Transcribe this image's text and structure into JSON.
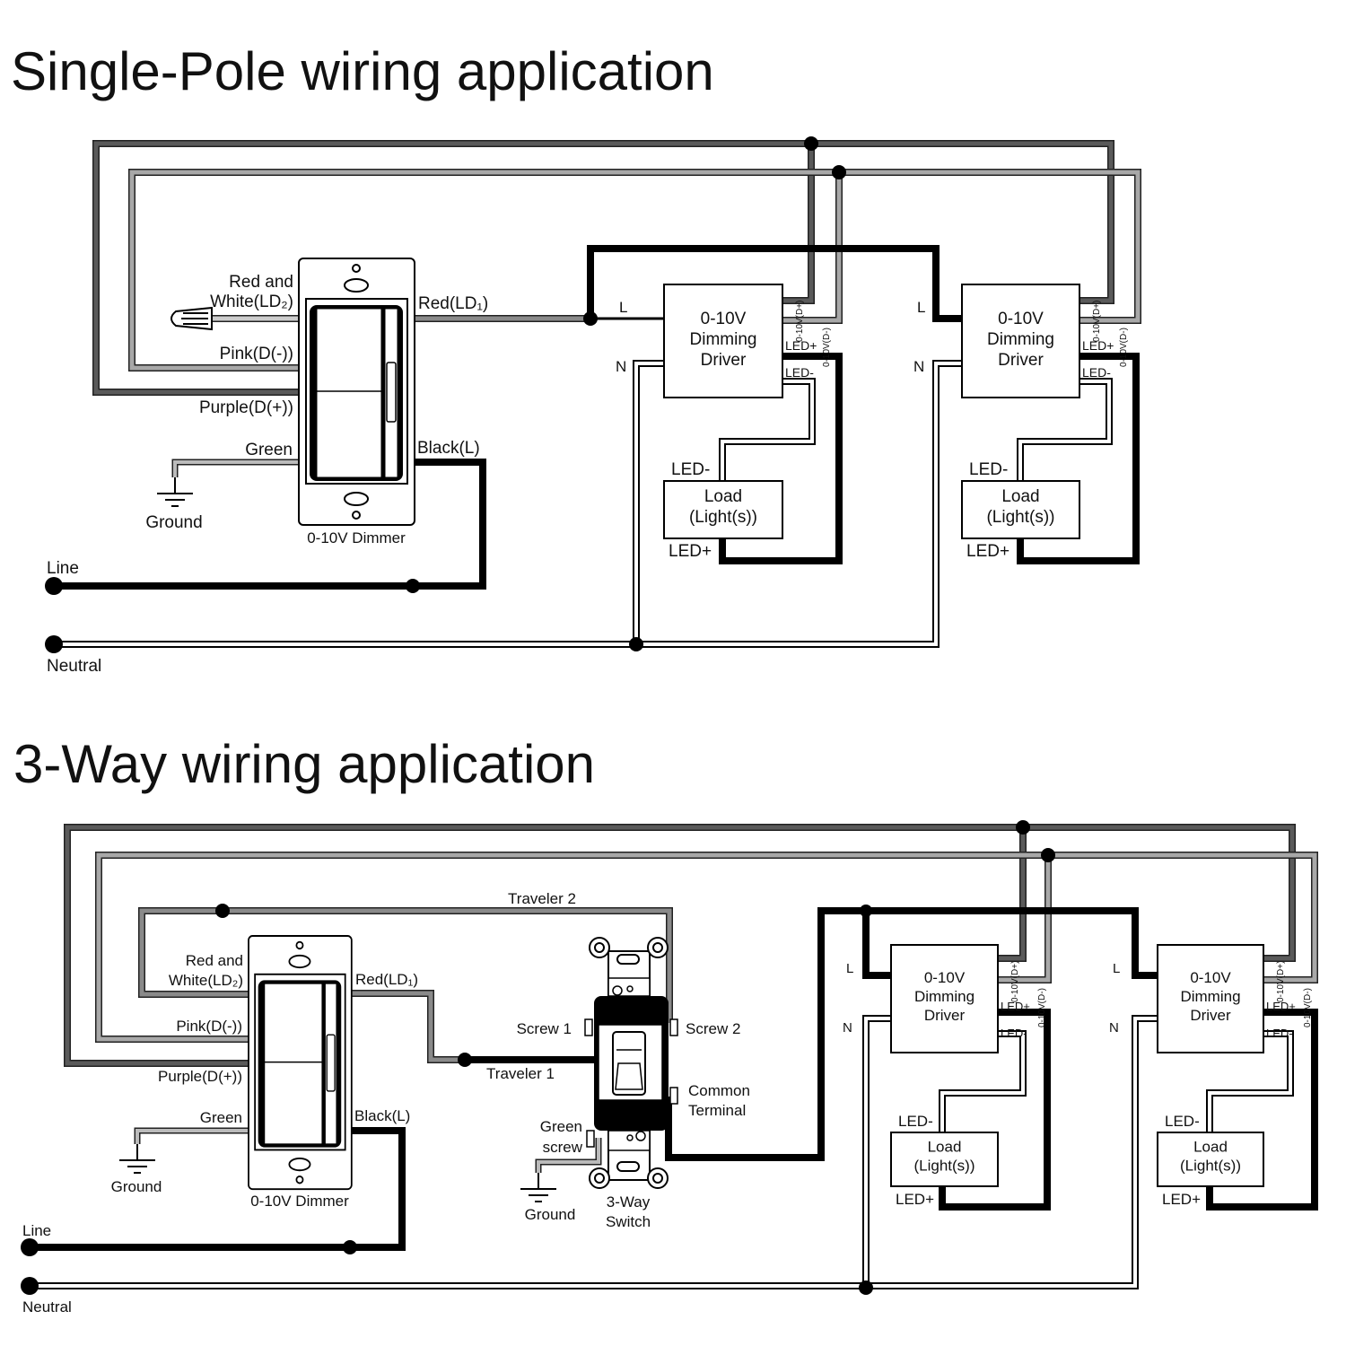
{
  "single_pole": {
    "title": "Single-Pole wiring application",
    "dimmer": {
      "label": "0-10V Dimmer",
      "red_white": [
        "Red and",
        "White(LD₂)"
      ],
      "red": "Red(LD₁)",
      "pink": "Pink(D(-))",
      "purple": "Purple(D(+))",
      "green": "Green",
      "black": "Black(L)"
    },
    "ground": "Ground",
    "line": "Line",
    "neutral": "Neutral",
    "drivers": [
      {
        "title": [
          "0-10V",
          "Dimming",
          "Driver"
        ],
        "L": "L",
        "N": "N",
        "led_plus": "LED+",
        "led_minus": "LED-",
        "d_plus": "0-10V(D+)",
        "d_minus": "0-10V(D-)",
        "load": [
          "Load",
          "(Light(s))"
        ],
        "load_minus": "LED-",
        "load_plus": "LED+"
      },
      {
        "title": [
          "0-10V",
          "Dimming",
          "Driver"
        ],
        "L": "L",
        "N": "N",
        "led_plus": "LED+",
        "led_minus": "LED-",
        "d_plus": "0-10V(D+)",
        "d_minus": "0-10V(D-)",
        "load": [
          "Load",
          "(Light(s))"
        ],
        "load_minus": "LED-",
        "load_plus": "LED+"
      }
    ]
  },
  "three_way": {
    "title": "3-Way wiring application",
    "dimmer": {
      "label": "0-10V Dimmer",
      "red_white": [
        "Red and",
        "White(LD₂)"
      ],
      "red": "Red(LD₁)",
      "pink": "Pink(D(-))",
      "purple": "Purple(D(+))",
      "green": "Green",
      "black": "Black(L)"
    },
    "traveler_1": "Traveler 1",
    "traveler_2": "Traveler 2",
    "switch": {
      "screw_1": "Screw 1",
      "screw_2": "Screw 2",
      "common": [
        "Common",
        "Terminal"
      ],
      "green_screw": [
        "Green",
        "screw"
      ],
      "label": [
        "3-Way",
        "Switch"
      ]
    },
    "ground": "Ground",
    "switch_ground": "Ground",
    "line": "Line",
    "neutral": "Neutral",
    "drivers": [
      {
        "title": [
          "0-10V",
          "Dimming",
          "Driver"
        ],
        "L": "L",
        "N": "N",
        "led_plus": "LED+",
        "led_minus": "LED-",
        "d_plus": "0-10V(D+)",
        "d_minus": "0-10V(D-)",
        "load": [
          "Load",
          "(Light(s))"
        ],
        "load_minus": "LED-",
        "load_plus": "LED+"
      },
      {
        "title": [
          "0-10V",
          "Dimming",
          "Driver"
        ],
        "L": "L",
        "N": "N",
        "led_plus": "LED+",
        "led_minus": "LED-",
        "d_plus": "0-10V(D+)",
        "d_minus": "0-10V(D-)",
        "load": [
          "Load",
          "(Light(s))"
        ],
        "load_minus": "LED-",
        "load_plus": "LED+"
      }
    ]
  },
  "colors": {
    "wire_black": "#000000",
    "wire_purple": "#5a5a5a",
    "wire_pink": "#a8a8a8",
    "wire_red": "#8a8a8a",
    "wire_white": "#ffffff"
  }
}
